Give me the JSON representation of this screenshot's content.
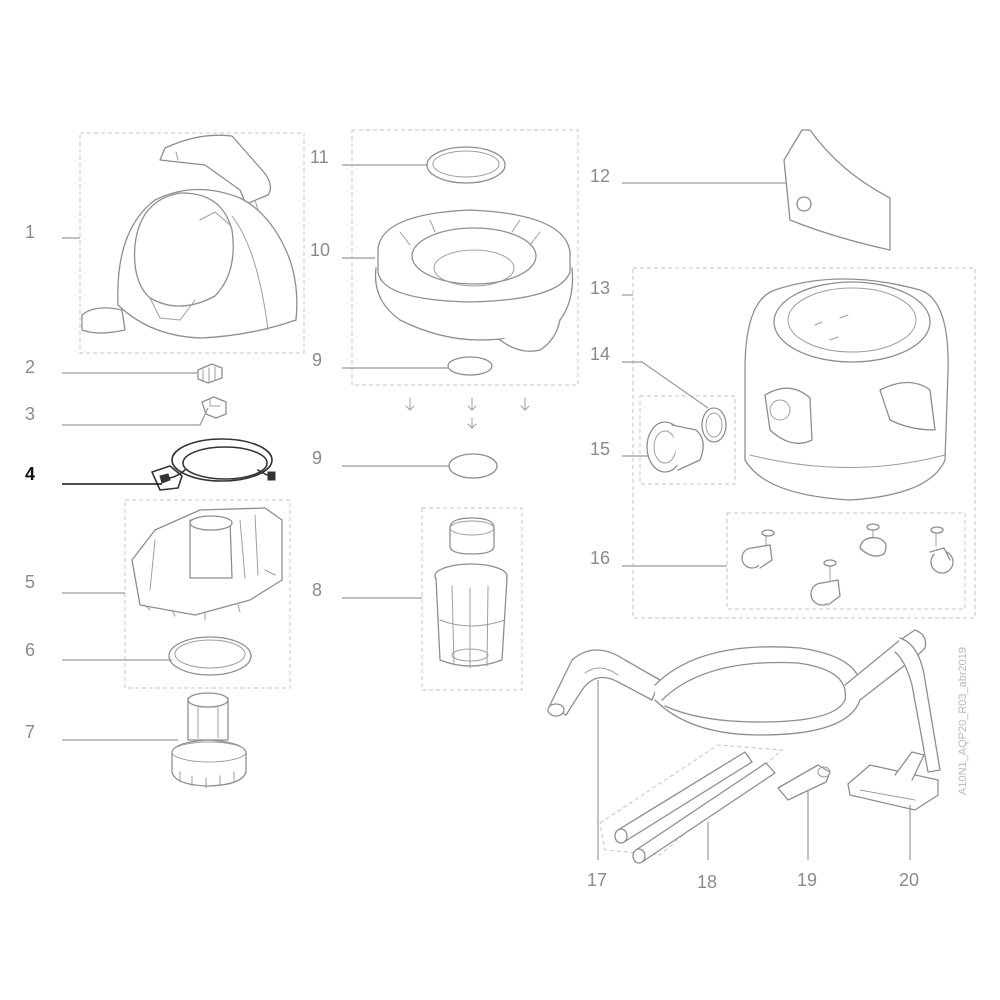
{
  "callouts": [
    {
      "id": "1",
      "label": "1",
      "highlighted": false
    },
    {
      "id": "2",
      "label": "2",
      "highlighted": false
    },
    {
      "id": "3",
      "label": "3",
      "highlighted": false
    },
    {
      "id": "4",
      "label": "4",
      "highlighted": true
    },
    {
      "id": "5",
      "label": "5",
      "highlighted": false
    },
    {
      "id": "6",
      "label": "6",
      "highlighted": false
    },
    {
      "id": "7",
      "label": "7",
      "highlighted": false
    },
    {
      "id": "8",
      "label": "8",
      "highlighted": false
    },
    {
      "id": "9a",
      "label": "9",
      "highlighted": false
    },
    {
      "id": "9b",
      "label": "9",
      "highlighted": false
    },
    {
      "id": "10",
      "label": "10",
      "highlighted": false
    },
    {
      "id": "11",
      "label": "11",
      "highlighted": false
    },
    {
      "id": "12",
      "label": "12",
      "highlighted": false
    },
    {
      "id": "13",
      "label": "13",
      "highlighted": false
    },
    {
      "id": "14",
      "label": "14",
      "highlighted": false
    },
    {
      "id": "15",
      "label": "15",
      "highlighted": false
    },
    {
      "id": "16",
      "label": "16",
      "highlighted": false
    },
    {
      "id": "17",
      "label": "17",
      "highlighted": false
    },
    {
      "id": "18",
      "label": "18",
      "highlighted": false
    },
    {
      "id": "19",
      "label": "19",
      "highlighted": false
    },
    {
      "id": "20",
      "label": "20",
      "highlighted": false
    }
  ],
  "watermark": "A10N1_AQP20_R03_abr2019",
  "colors": {
    "highlight": "#111111",
    "normal": "#8a8a8a",
    "line": "#9a9a9a"
  }
}
